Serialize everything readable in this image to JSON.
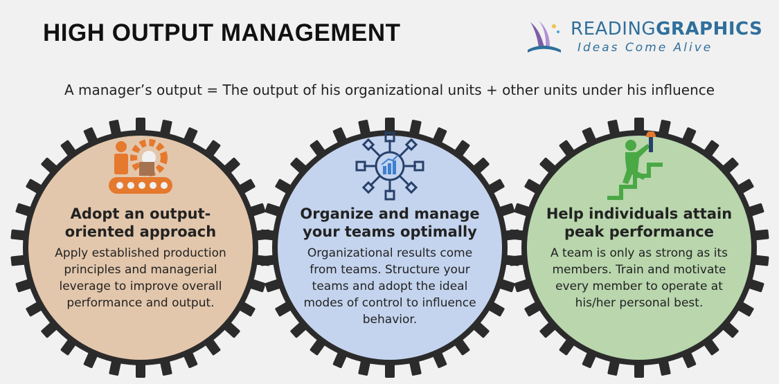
{
  "title": "HIGH OUTPUT MANAGEMENT",
  "logo": {
    "brand_light": "READING",
    "brand_bold": "GRAPHICS",
    "tagline": "Ideas Come Alive"
  },
  "subtitle": "A manager’s output = The output of his organizational units + other units under his influence",
  "panels": [
    {
      "heading": "Adopt an output-oriented approach",
      "body": "Apply established production principles and managerial leverage to improve overall performance and output.",
      "icon": "production-line-icon",
      "fill": "#e3c7ac"
    },
    {
      "heading": "Organize and manage your teams optimally",
      "body": "Organizational results come from teams. Structure your teams and adopt the ideal modes of control to influence behavior.",
      "icon": "network-chart-icon",
      "fill": "#c4d4ee"
    },
    {
      "heading": "Help individuals attain peak performance",
      "body": "A team is only as strong as its members. Train and motivate every member to operate at his/her personal best.",
      "icon": "climber-torch-icon",
      "fill": "#b9d6ad"
    }
  ],
  "colors": {
    "gear": "#2b2b2b",
    "orange": "#e5792e",
    "navy": "#27406a",
    "green": "#4aa845",
    "brand": "#2f6f9c"
  }
}
